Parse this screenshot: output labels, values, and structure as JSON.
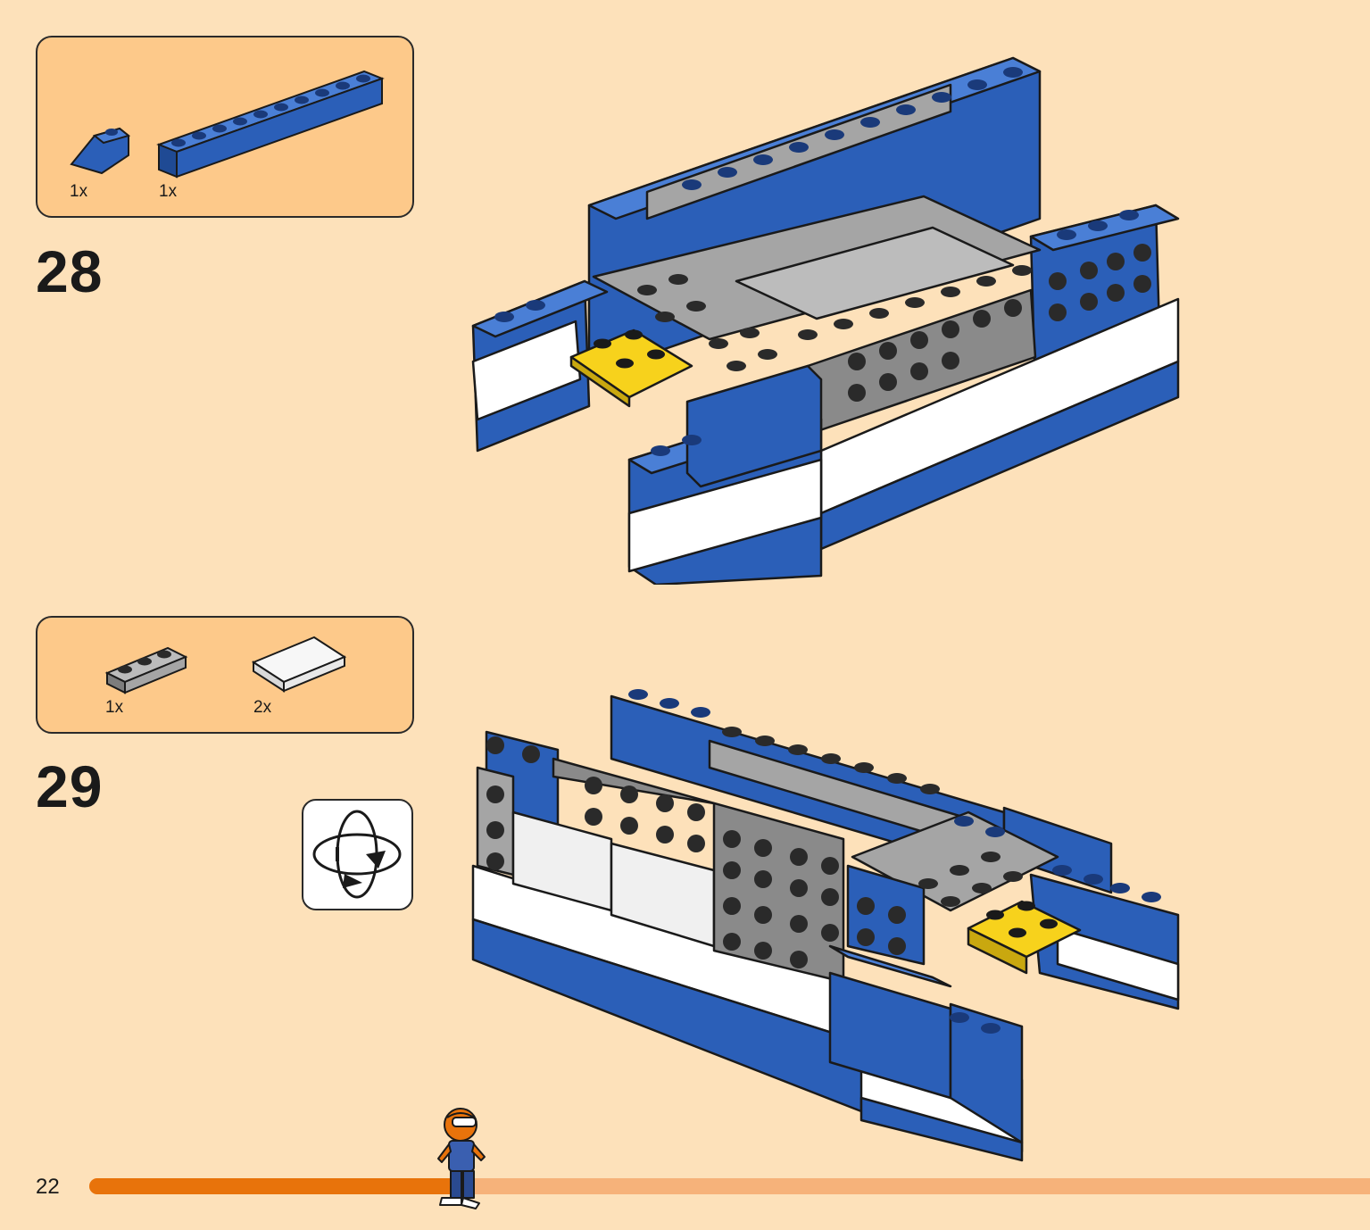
{
  "page": {
    "number": "22",
    "progress_fraction": 0.29
  },
  "steps": [
    {
      "number": "28",
      "parts": [
        {
          "name": "blue-slope-brick",
          "qty": "1x"
        },
        {
          "name": "blue-1x10-brick",
          "qty": "1x"
        }
      ]
    },
    {
      "number": "29",
      "parts": [
        {
          "name": "gray-1x3-plate",
          "qty": "1x"
        },
        {
          "name": "white-tile",
          "qty": "2x"
        }
      ]
    }
  ],
  "icons": {
    "rotate": "rotate-model-icon",
    "walker": "minifigure-icon"
  },
  "colors": {
    "background": "#FDE1BA",
    "parts_box": "#FDC98A",
    "brick_blue": "#2B5FB8",
    "brick_gray": "#A5A5A5",
    "brick_yellow": "#F7D21C",
    "progress_fill": "#E8730B",
    "progress_track": "#F6B27A"
  }
}
